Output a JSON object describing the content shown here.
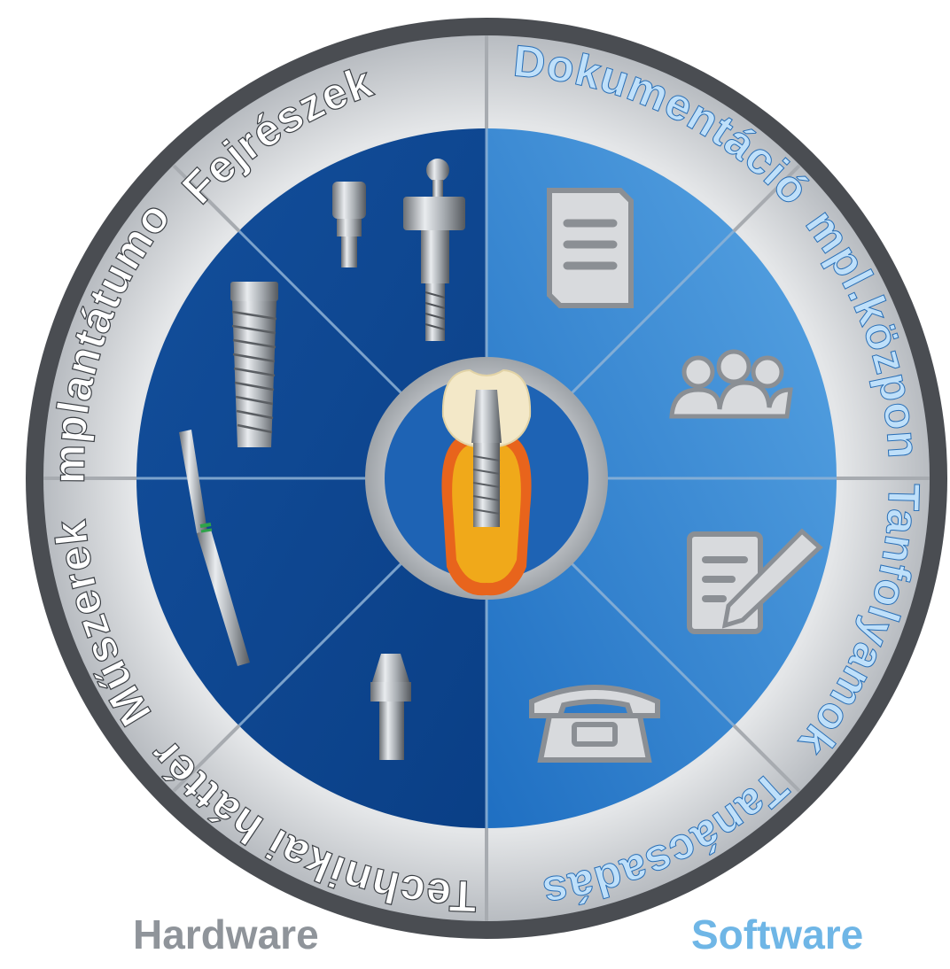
{
  "segments": [
    {
      "label": "Fejrészek",
      "side": "hardware",
      "icon": "abutment-icon"
    },
    {
      "label": "Dokumentáció",
      "side": "software",
      "icon": "document-icon"
    },
    {
      "label": "Impl.központ",
      "side": "software",
      "icon": "group-icon"
    },
    {
      "label": "Tanfolyamok",
      "side": "software",
      "icon": "edit-document-icon"
    },
    {
      "label": "Tanácsadás",
      "side": "software",
      "icon": "telephone-icon"
    },
    {
      "label": "Technikai háttér",
      "side": "hardware",
      "icon": "abutment-post-icon"
    },
    {
      "label": "Műszerek",
      "side": "hardware",
      "icon": "drill-icon"
    },
    {
      "label": "Implantátumok",
      "side": "hardware",
      "icon": "implant-screw-icon"
    }
  ],
  "center": {
    "icon": "tooth-implant-icon"
  },
  "corners": {
    "hardware": "Hardware",
    "software": "Software"
  },
  "colors": {
    "hardware_blue": "#0d4ea3",
    "software_blue": "#2a7fd0",
    "ring_gray": "#cfd3d7",
    "outer_rim": "#4a4d52",
    "hardware_text": "#ffffff",
    "software_text": "#bfe0fa",
    "hardware_corner": "#8f949a",
    "software_corner": "#6fb6e6"
  }
}
